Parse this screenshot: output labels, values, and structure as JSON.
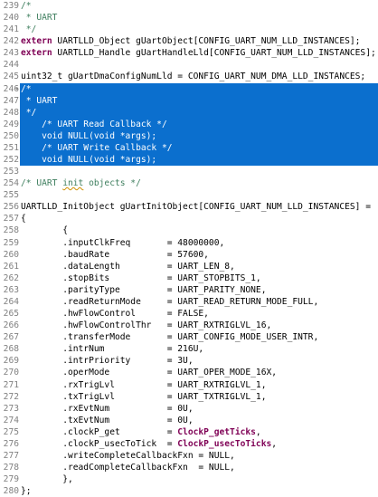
{
  "editor": {
    "lines": [
      {
        "num": "239",
        "selected": false,
        "fold": false,
        "tokens": [
          {
            "t": "/*",
            "c": "comment"
          }
        ]
      },
      {
        "num": "240",
        "selected": false,
        "fold": false,
        "tokens": [
          {
            "t": " * UART",
            "c": "comment"
          }
        ]
      },
      {
        "num": "241",
        "selected": false,
        "fold": false,
        "tokens": [
          {
            "t": " */",
            "c": "comment"
          }
        ]
      },
      {
        "num": "242",
        "selected": false,
        "fold": false,
        "tokens": [
          {
            "t": "extern",
            "c": "keyword"
          },
          {
            "t": " UARTLLD_Object gUartObject[CONFIG_UART_NUM_LLD_INSTANCES];",
            "c": "plain"
          }
        ]
      },
      {
        "num": "243",
        "selected": false,
        "fold": false,
        "tokens": [
          {
            "t": "extern",
            "c": "keyword"
          },
          {
            "t": " UARTLLD_Handle gUartHandleLld[CONFIG_UART_NUM_LLD_INSTANCES];",
            "c": "plain"
          }
        ]
      },
      {
        "num": "244",
        "selected": false,
        "fold": false,
        "tokens": []
      },
      {
        "num": "245",
        "selected": false,
        "fold": false,
        "tokens": [
          {
            "t": "uint32_t gUartDmaConfigNumLld = CONFIG_UART_NUM_DMA_LLD_INSTANCES;",
            "c": "plain"
          }
        ]
      },
      {
        "num": "246",
        "selected": true,
        "fold": true,
        "tokens": [
          {
            "t": "/*",
            "c": "comment"
          }
        ]
      },
      {
        "num": "247",
        "selected": true,
        "fold": false,
        "tokens": [
          {
            "t": " * UART",
            "c": "comment"
          }
        ]
      },
      {
        "num": "248",
        "selected": true,
        "fold": false,
        "tokens": [
          {
            "t": " */",
            "c": "comment"
          }
        ]
      },
      {
        "num": "249",
        "selected": true,
        "fold": false,
        "tokens": [
          {
            "t": "    /* UART Read Callback */",
            "c": "comment"
          }
        ]
      },
      {
        "num": "250",
        "selected": true,
        "fold": false,
        "tokens": [
          {
            "t": "    void NULL(void *args);",
            "c": "plain"
          }
        ]
      },
      {
        "num": "251",
        "selected": true,
        "fold": false,
        "tokens": [
          {
            "t": "    /* UART Write Callback */",
            "c": "comment"
          }
        ]
      },
      {
        "num": "252",
        "selected": true,
        "fold": false,
        "tokens": [
          {
            "t": "    void NULL(void *args);",
            "c": "plain"
          }
        ]
      },
      {
        "num": "253",
        "selected": false,
        "fold": false,
        "tokens": []
      },
      {
        "num": "254",
        "selected": false,
        "fold": false,
        "tokens": [
          {
            "t": "/* UART ",
            "c": "comment"
          },
          {
            "t": "init",
            "c": "comment",
            "sq": true
          },
          {
            "t": " objects */",
            "c": "comment"
          }
        ]
      },
      {
        "num": "255",
        "selected": false,
        "fold": false,
        "tokens": []
      },
      {
        "num": "256",
        "selected": false,
        "fold": false,
        "tokens": [
          {
            "t": "UARTLLD_InitObject gUartInitObject[CONFIG_UART_NUM_LLD_INSTANCES] =",
            "c": "plain"
          }
        ]
      },
      {
        "num": "257",
        "selected": false,
        "fold": false,
        "tokens": [
          {
            "t": "{",
            "c": "plain"
          }
        ]
      },
      {
        "num": "258",
        "selected": false,
        "fold": false,
        "tokens": [
          {
            "t": "        {",
            "c": "plain"
          }
        ]
      },
      {
        "num": "259",
        "selected": false,
        "fold": false,
        "tokens": [
          {
            "t": "        .inputClkFreq       = 48000000,",
            "c": "plain"
          }
        ]
      },
      {
        "num": "260",
        "selected": false,
        "fold": false,
        "tokens": [
          {
            "t": "        .baudRate           = 57600,",
            "c": "plain"
          }
        ]
      },
      {
        "num": "261",
        "selected": false,
        "fold": false,
        "tokens": [
          {
            "t": "        .dataLength         = UART_LEN_8,",
            "c": "plain"
          }
        ]
      },
      {
        "num": "262",
        "selected": false,
        "fold": false,
        "tokens": [
          {
            "t": "        .stopBits           = UART_STOPBITS_1,",
            "c": "plain"
          }
        ]
      },
      {
        "num": "263",
        "selected": false,
        "fold": false,
        "tokens": [
          {
            "t": "        .parityType         = UART_PARITY_NONE,",
            "c": "plain"
          }
        ]
      },
      {
        "num": "264",
        "selected": false,
        "fold": false,
        "tokens": [
          {
            "t": "        .readReturnMode     = UART_READ_RETURN_MODE_FULL,",
            "c": "plain"
          }
        ]
      },
      {
        "num": "265",
        "selected": false,
        "fold": false,
        "tokens": [
          {
            "t": "        .hwFlowControl      = FALSE,",
            "c": "plain"
          }
        ]
      },
      {
        "num": "266",
        "selected": false,
        "fold": false,
        "tokens": [
          {
            "t": "        .hwFlowControlThr   = UART_RXTRIGLVL_16,",
            "c": "plain"
          }
        ]
      },
      {
        "num": "267",
        "selected": false,
        "fold": false,
        "tokens": [
          {
            "t": "        .transferMode       = UART_CONFIG_MODE_USER_INTR,",
            "c": "plain"
          }
        ]
      },
      {
        "num": "268",
        "selected": false,
        "fold": false,
        "tokens": [
          {
            "t": "        .intrNum            = 216U,",
            "c": "plain"
          }
        ]
      },
      {
        "num": "269",
        "selected": false,
        "fold": false,
        "tokens": [
          {
            "t": "        .intrPriority       = 3U,",
            "c": "plain"
          }
        ]
      },
      {
        "num": "270",
        "selected": false,
        "fold": false,
        "tokens": [
          {
            "t": "        .operMode           = UART_OPER_MODE_16X,",
            "c": "plain"
          }
        ]
      },
      {
        "num": "271",
        "selected": false,
        "fold": false,
        "tokens": [
          {
            "t": "        .rxTrigLvl          = UART_RXTRIGLVL_1,",
            "c": "plain"
          }
        ]
      },
      {
        "num": "272",
        "selected": false,
        "fold": false,
        "tokens": [
          {
            "t": "        .txTrigLvl          = UART_TXTRIGLVL_1,",
            "c": "plain"
          }
        ]
      },
      {
        "num": "273",
        "selected": false,
        "fold": false,
        "tokens": [
          {
            "t": "        .rxEvtNum           = 0U,",
            "c": "plain"
          }
        ]
      },
      {
        "num": "274",
        "selected": false,
        "fold": false,
        "tokens": [
          {
            "t": "        .txEvtNum           = 0U,",
            "c": "plain"
          }
        ]
      },
      {
        "num": "275",
        "selected": false,
        "fold": false,
        "tokens": [
          {
            "t": "        .clockP_get         = ",
            "c": "plain"
          },
          {
            "t": "ClockP_getTicks",
            "c": "fn"
          },
          {
            "t": ",",
            "c": "plain"
          }
        ]
      },
      {
        "num": "276",
        "selected": false,
        "fold": false,
        "tokens": [
          {
            "t": "        .clockP_usecToTick  = ",
            "c": "plain"
          },
          {
            "t": "ClockP_usecToTicks",
            "c": "fn"
          },
          {
            "t": ",",
            "c": "plain"
          }
        ]
      },
      {
        "num": "277",
        "selected": false,
        "fold": false,
        "tokens": [
          {
            "t": "        .writeCompleteCallbackFxn = NULL,",
            "c": "plain"
          }
        ]
      },
      {
        "num": "278",
        "selected": false,
        "fold": false,
        "tokens": [
          {
            "t": "        .readCompleteCallbackFxn  = NULL,",
            "c": "plain"
          }
        ]
      },
      {
        "num": "279",
        "selected": false,
        "fold": false,
        "tokens": [
          {
            "t": "        },",
            "c": "plain"
          }
        ]
      },
      {
        "num": "280",
        "selected": false,
        "fold": false,
        "tokens": [
          {
            "t": "};",
            "c": "plain"
          }
        ]
      }
    ]
  },
  "colors": {
    "selection": "#0b6fce",
    "comment": "#3f7f5f",
    "keyword": "#7f0055",
    "line_number": "#808080"
  },
  "icons": {
    "fold_marker": "fold-marker-icon"
  }
}
